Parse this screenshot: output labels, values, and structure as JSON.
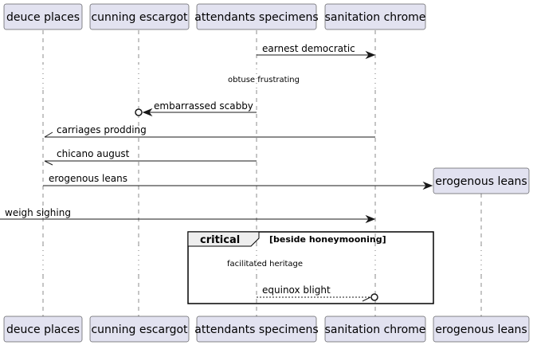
{
  "participants": [
    {
      "id": "deuce",
      "label": "deuce places"
    },
    {
      "id": "cunning",
      "label": "cunning escargot"
    },
    {
      "id": "attendants",
      "label": "attendants specimens"
    },
    {
      "id": "sanitation",
      "label": "sanitation chrome"
    },
    {
      "id": "erogenous",
      "label": "erogenous leans"
    }
  ],
  "messages": [
    {
      "id": "m1",
      "label": "earnest democratic"
    },
    {
      "id": "m2",
      "label": "embarrassed scabby"
    },
    {
      "id": "m3",
      "label": "carriages prodding"
    },
    {
      "id": "m4",
      "label": "chicano august"
    },
    {
      "id": "m5",
      "label": "erogenous leans"
    },
    {
      "id": "m6",
      "label": "weigh sighing"
    },
    {
      "id": "m7",
      "label": "equinox blight"
    }
  ],
  "delays": [
    {
      "id": "d1",
      "label": "obtuse frustrating"
    },
    {
      "id": "d2",
      "label": "facilitated heritage"
    }
  ],
  "fragment": {
    "operator": "critical",
    "guard": "[beside honeymooning]"
  }
}
